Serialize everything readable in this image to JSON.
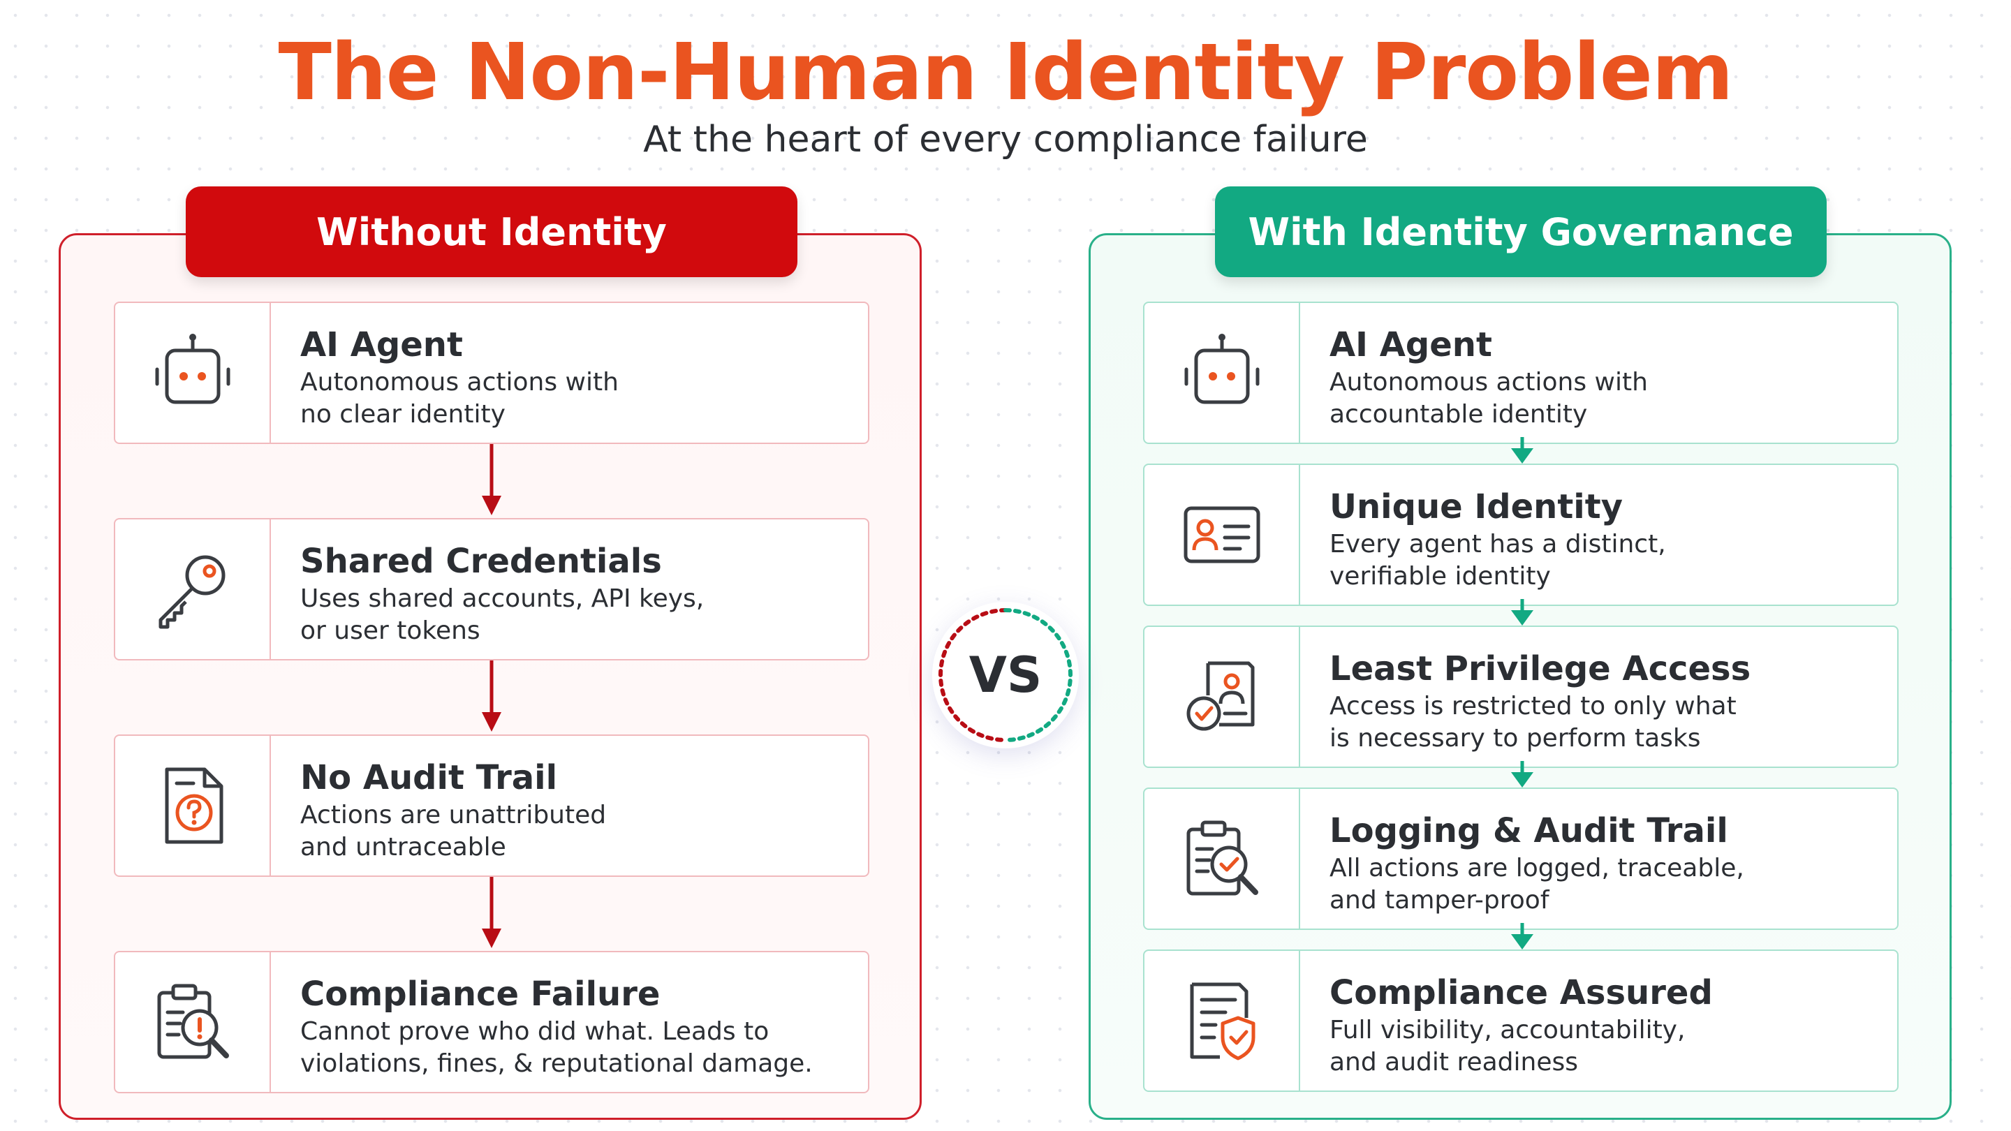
{
  "title": "The Non-Human Identity Problem",
  "subtitle": "At the heart of every compliance failure",
  "vs": "VS",
  "colors": {
    "accent": "#ea5420",
    "bad": "#d10a0d",
    "good": "#12a982"
  },
  "left": {
    "label": "Without Identity",
    "cards": [
      {
        "icon": "robot-icon",
        "title": "AI Agent",
        "line1": "Autonomous actions with",
        "line2": "no clear identity"
      },
      {
        "icon": "key-icon",
        "title": "Shared Credentials",
        "line1": "Uses shared accounts, API keys,",
        "line2": "or user tokens"
      },
      {
        "icon": "document-question-icon",
        "title": "No Audit Trail",
        "line1": "Actions are unattributed",
        "line2": "and untraceable"
      },
      {
        "icon": "clipboard-alert-search-icon",
        "title": "Compliance Failure",
        "line1": "Cannot prove who did what. Leads to",
        "line2": "violations, fines, & reputational damage."
      }
    ]
  },
  "right": {
    "label": "With Identity Governance",
    "cards": [
      {
        "icon": "robot-icon",
        "title": "AI Agent",
        "line1": "Autonomous actions with",
        "line2": "accountable identity"
      },
      {
        "icon": "id-card-icon",
        "title": "Unique Identity",
        "line1": "Every agent has a distinct,",
        "line2": "verifiable identity"
      },
      {
        "icon": "access-check-icon",
        "title": "Least Privilege Access",
        "line1": "Access is restricted to only what",
        "line2": "is necessary to perform tasks"
      },
      {
        "icon": "clipboard-check-search-icon",
        "title": "Logging & Audit Trail",
        "line1": "All actions are logged, traceable,",
        "line2": "and tamper-proof"
      },
      {
        "icon": "document-shield-icon",
        "title": "Compliance Assured",
        "line1": "Full visibility, accountability,",
        "line2": "and audit readiness"
      }
    ]
  }
}
